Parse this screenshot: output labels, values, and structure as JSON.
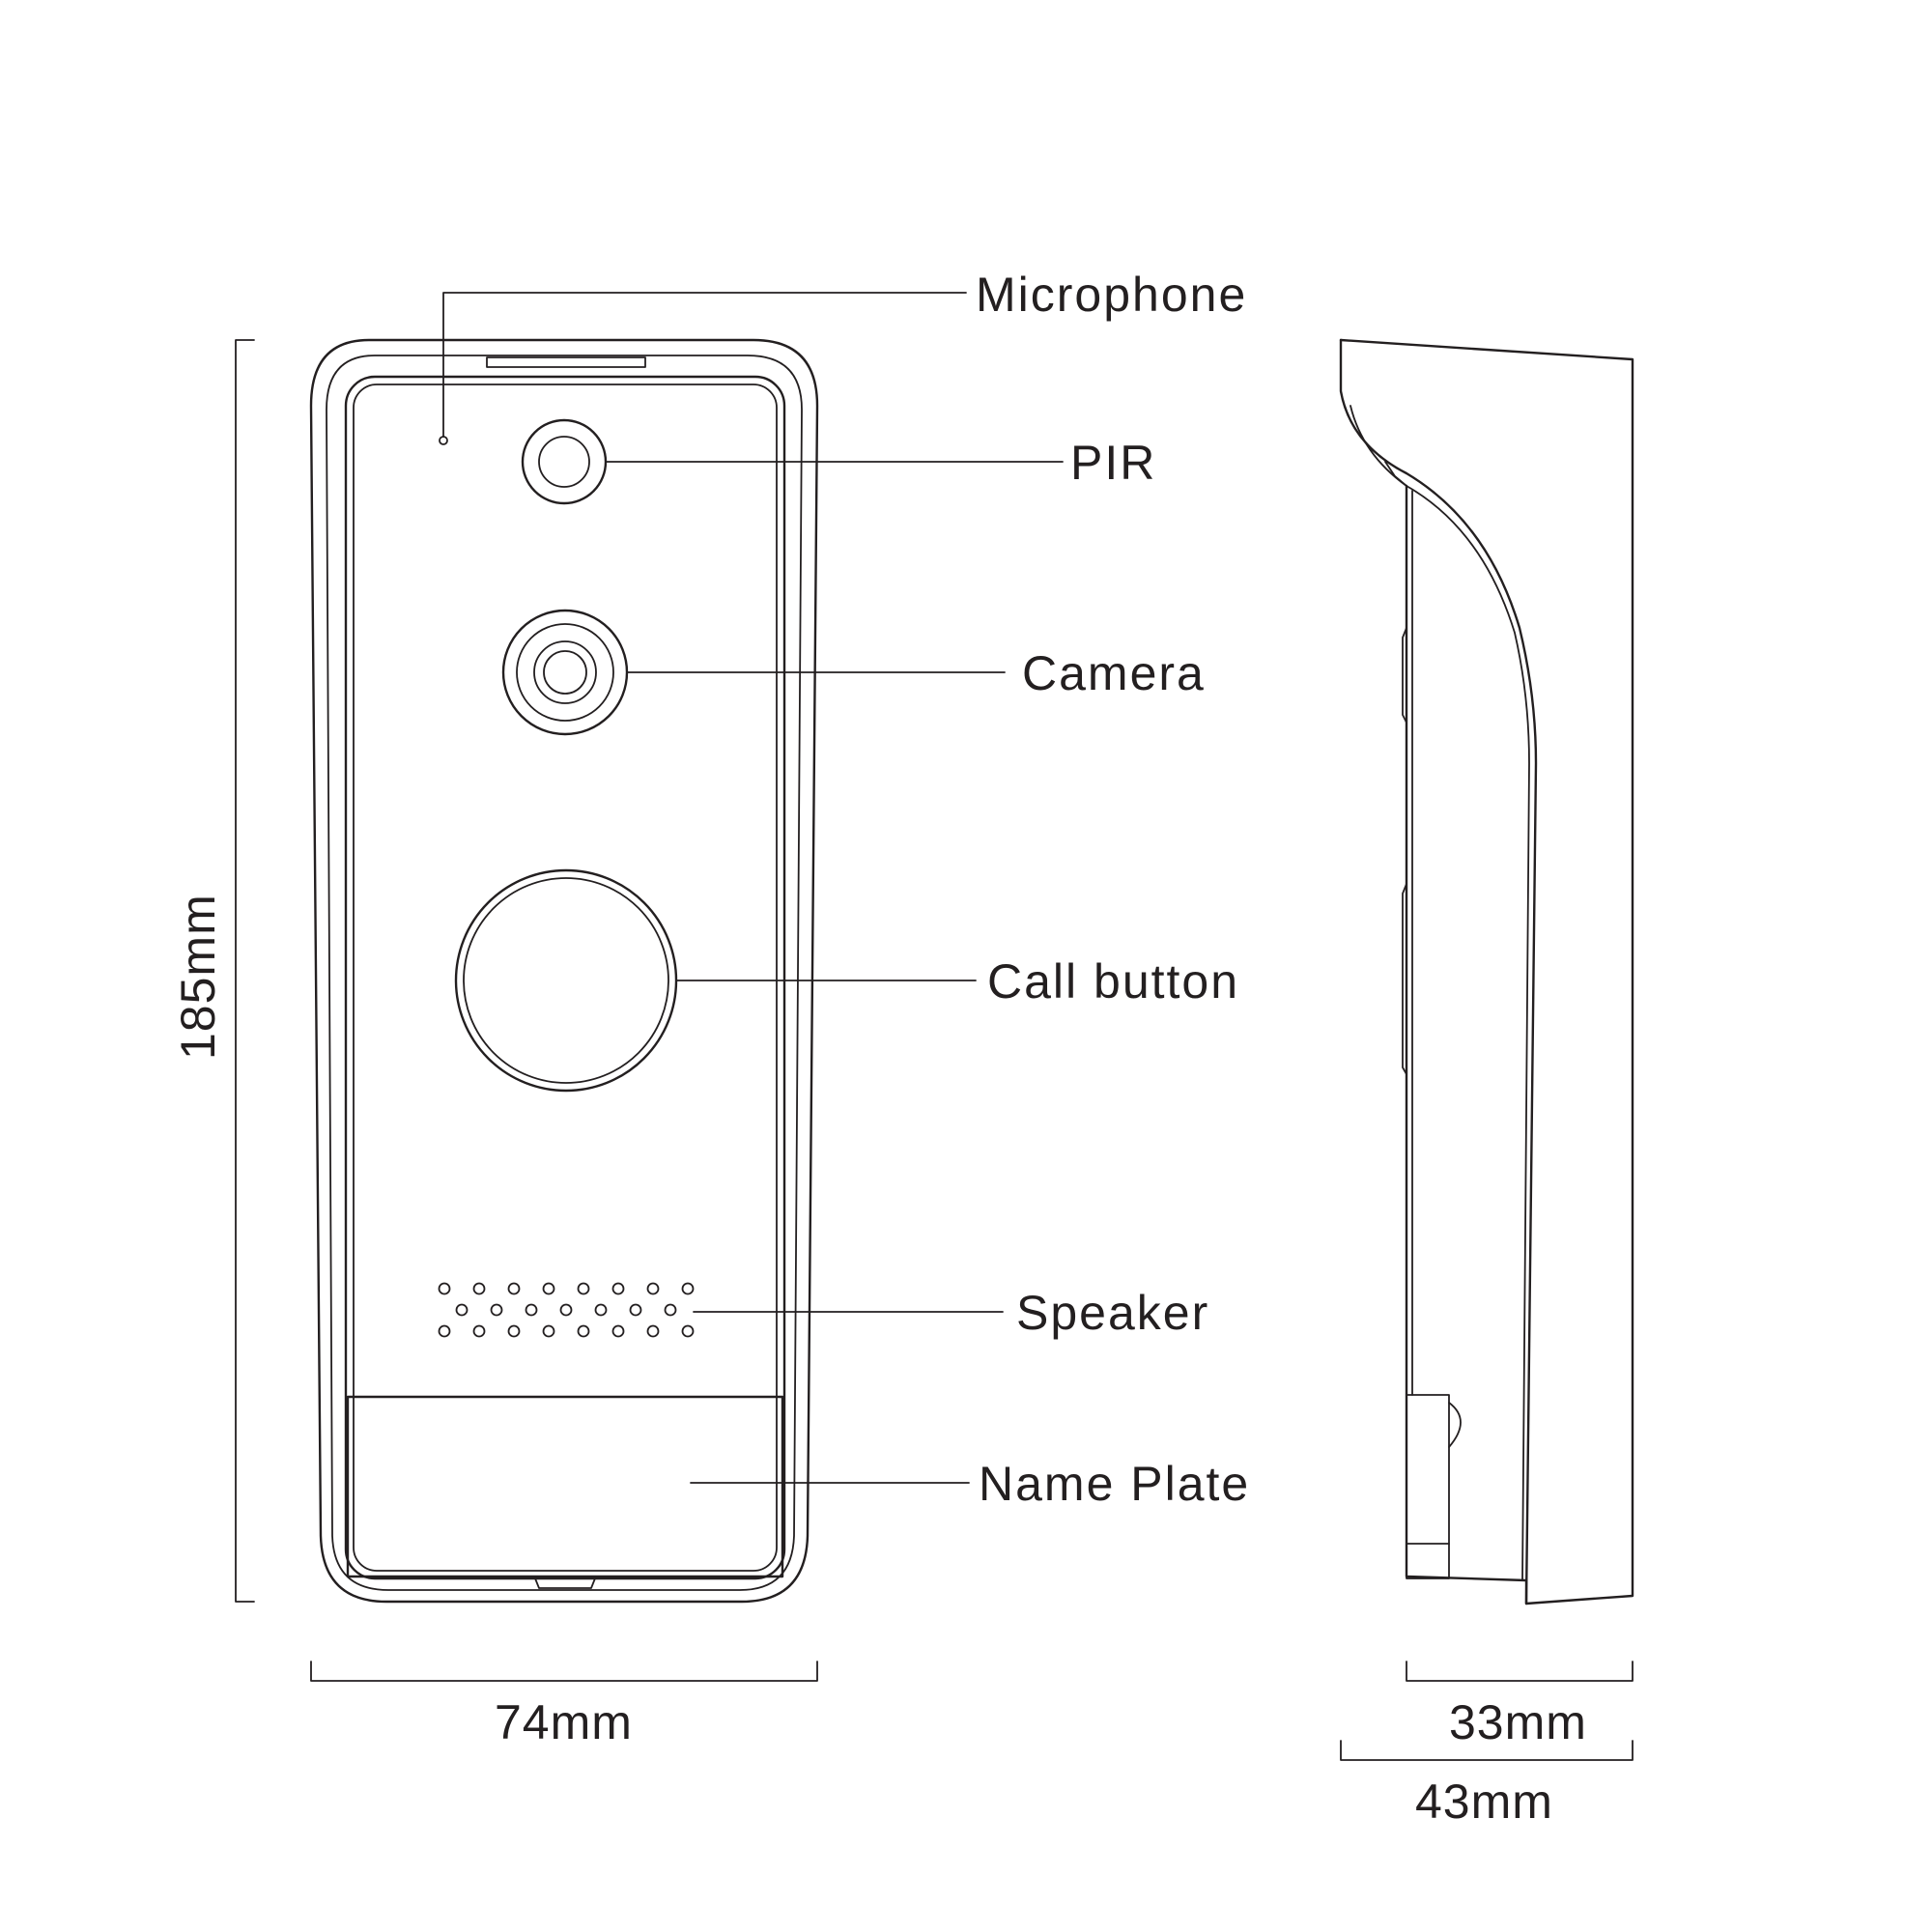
{
  "labels": {
    "microphone": "Microphone",
    "pir": "PIR",
    "camera": "Camera",
    "call_button": "Call button",
    "speaker": "Speaker",
    "name_plate": "Name Plate"
  },
  "dimensions": {
    "height": "185mm",
    "width": "74mm",
    "depth_body": "33mm",
    "depth_total": "43mm"
  },
  "colors": {
    "line": "#231f20",
    "background": "#ffffff"
  }
}
